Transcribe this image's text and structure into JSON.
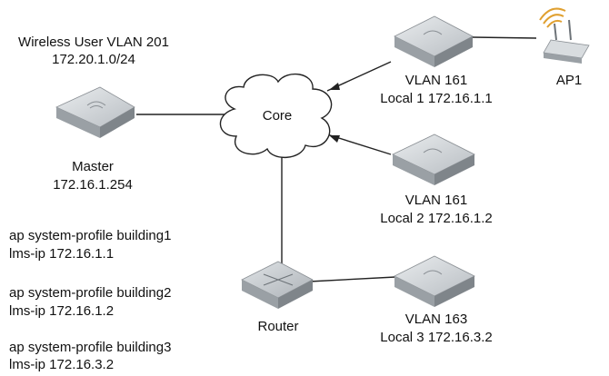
{
  "wireless": {
    "title": "Wireless User VLAN 201",
    "subnet": "172.20.1.0/24"
  },
  "core": {
    "label": "Core"
  },
  "master": {
    "name": "Master",
    "ip": "172.16.1.254"
  },
  "local1": {
    "vlan": "VLAN 161",
    "address": "Local 1 172.16.1.1"
  },
  "local2": {
    "vlan": "VLAN 161",
    "address": "Local 2 172.16.1.2"
  },
  "local3": {
    "vlan": "VLAN 163",
    "address": "Local 3 172.16.3.2"
  },
  "router": {
    "label": "Router"
  },
  "ap": {
    "label": "AP1"
  },
  "config": [
    {
      "profile": "ap system-profile building1",
      "lms": "lms-ip 172.16.1.1"
    },
    {
      "profile": "ap system-profile building2",
      "lms": "lms-ip 172.16.1.2"
    },
    {
      "profile": "ap system-profile building3",
      "lms": "lms-ip 172.16.3.2"
    }
  ],
  "colors": {
    "line": "#222222",
    "device_top": "#d6dadd",
    "device_side": "#a9aeb3",
    "device_front": "#8d9297",
    "wifi_arc": "#e0a030"
  }
}
